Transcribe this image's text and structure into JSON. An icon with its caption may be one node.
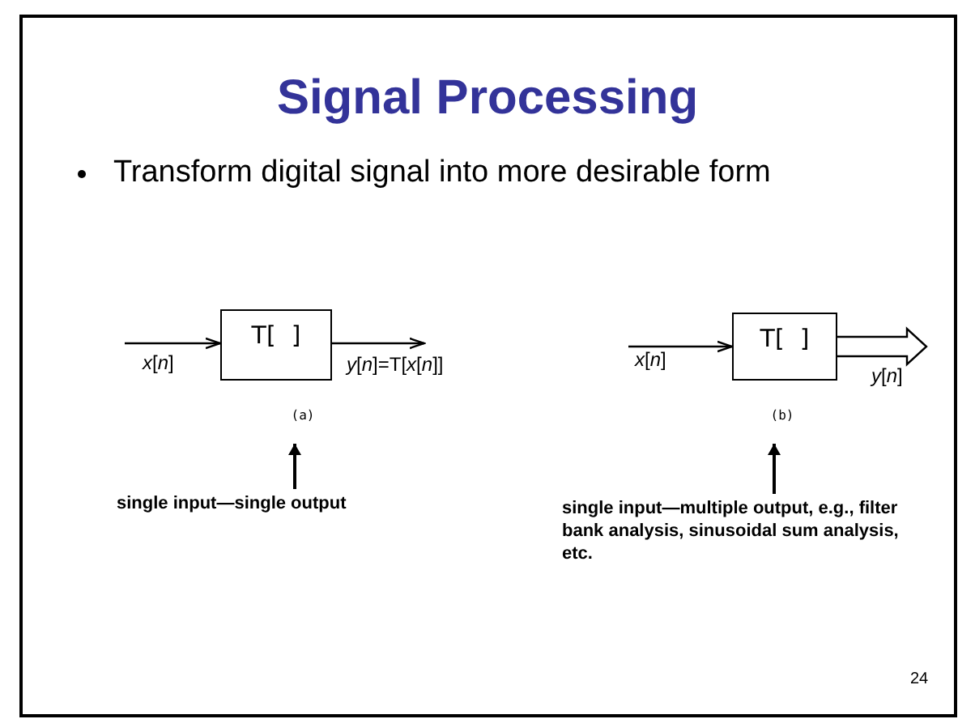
{
  "diagram": {
    "title": "Signal Processing",
    "nodes": [
      {
        "text": [
          "T[  ]"
        ]
      },
      {
        "text": [
          "(a)"
        ]
      },
      {
        "text": [
          "single input—single output"
        ]
      },
      {
        "text": [
          "T[  ]"
        ]
      },
      {
        "text": [
          "(b)"
        ]
      },
      {
        "text": [
          "single input—multiple output, e.g., filter bank analysis, sinusoidal sum analysis, etc."
        ]
      }
    ],
    "edges": [
      {
        "from": null,
        "to": 0,
        "arrow": "to",
        "label": "*x*[*n*]"
      },
      {
        "from": 0,
        "to": null,
        "arrow": "to",
        "label": "*y*[*n*]=T[*x*[*n*]]"
      },
      {
        "from": 2,
        "to": 1,
        "arrow": "to"
      },
      {
        "from": null,
        "to": 3,
        "arrow": "to",
        "label": "*x*[*n*]"
      },
      {
        "from": 3,
        "to": null,
        "arrow": "to",
        "label": "*y*[*n*]",
        "style": "thick"
      },
      {
        "from": 5,
        "to": 4,
        "arrow": "to"
      }
    ],
    "labels": [
      "Transform digital signal into more desirable form",
      "24"
    ]
  }
}
